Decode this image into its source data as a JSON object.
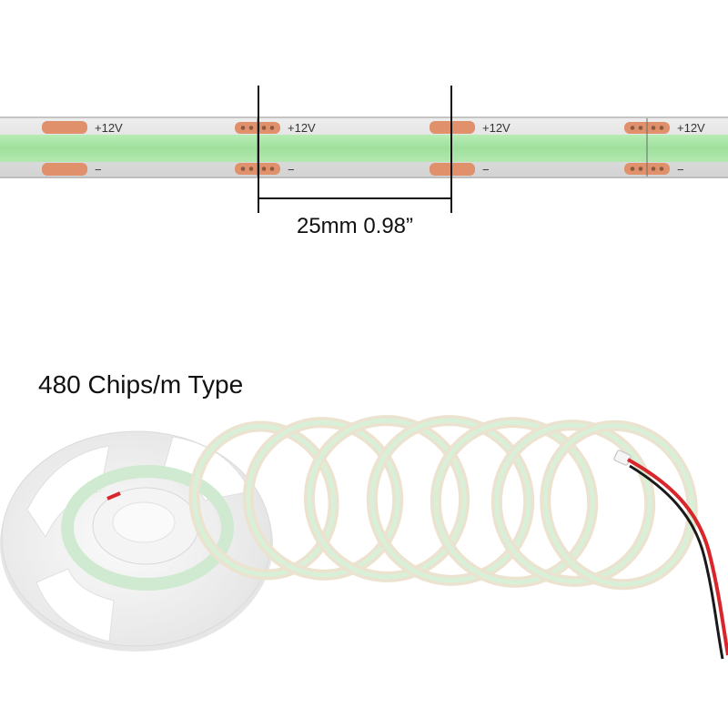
{
  "strip_detail": {
    "positive_label": "+12V",
    "negative_label": "−",
    "dimension_label": "25mm 0.98”",
    "colors": {
      "backing": "#dcdcdc",
      "cob_phosphor": "#a6e6a6",
      "copper_pad": "#e0906a",
      "dimension_line": "#111111"
    }
  },
  "product_photo": {
    "type_label": "480 Chips/m Type",
    "colors": {
      "reel": "#f2f2f2",
      "tape_backing": "#ebe3cf",
      "led_strip": "#d8f0d8",
      "wire_red": "#d8262a",
      "wire_black": "#1a1a1a"
    }
  }
}
